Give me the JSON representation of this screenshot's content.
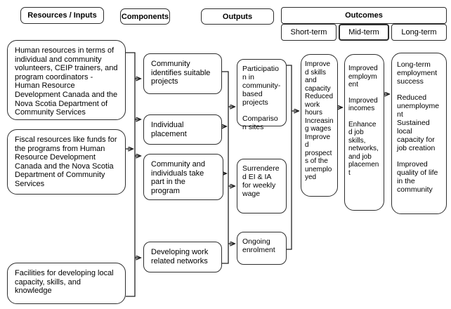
{
  "header": {
    "resources_inputs": "Resources / Inputs",
    "components": "Components",
    "outputs": "Outputs",
    "outcomes": "Outcomes",
    "short_term": "Short-term",
    "mid_term": "Mid-term",
    "long_term": "Long-term"
  },
  "resources": {
    "human": "Human resources in terms of individual and community volunteers, CEIP trainers, and program coordinators - Human Resource Development Canada and the Nova Scotia Department of Community Services",
    "fiscal": "Fiscal resources like funds for the programs from Human Resource Development Canada and the Nova Scotia Department of Community Services",
    "facilities": "Facilities for developing local capacity, skills, and knowledge"
  },
  "components": {
    "c1": "Community identifies suitable projects",
    "c2": "Individual placement",
    "c3": "Community and individuals take part in the program",
    "c4": "Developing work related networks"
  },
  "outputs": {
    "o1a": "Participation in community-based projects",
    "o1b": "Comparison sites",
    "o2": "Surrendered EI & IA for weekly wage",
    "o3": "Ongoing enrolment"
  },
  "outcomes": {
    "short_term": [
      "Improved skills and capacity",
      "Reduced work hours",
      "Increasing wages",
      "Improved prospects of the unemployed"
    ],
    "mid_term": [
      "Improved employment",
      "Improved incomes",
      "Enhanced job skills, networks, and job placement"
    ],
    "long_term": [
      "Long-term employment success",
      "Reduced unemployment",
      "Sustained local capacity for job creation",
      "Improved quality of life in the community"
    ]
  },
  "colors": {
    "border": "#2e2e2e",
    "text": "#000000",
    "background": "#ffffff"
  }
}
